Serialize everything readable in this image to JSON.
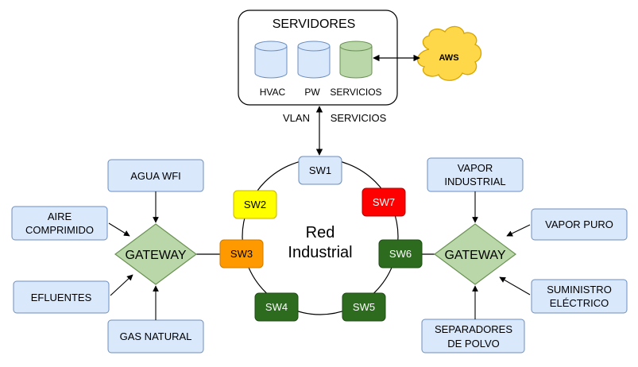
{
  "servers": {
    "title": "SERVIDORES",
    "dbs": [
      {
        "label": "HVAC",
        "color": "#dae8fc"
      },
      {
        "label": "PW",
        "color": "#dae8fc"
      },
      {
        "label": "SERVICIOS",
        "color": "#b9d7a8"
      }
    ]
  },
  "cloud": {
    "label": "AWS",
    "color": "#ffd84a"
  },
  "link_labels": {
    "vlan": "VLAN",
    "servicios": "SERVICIOS"
  },
  "ring": {
    "label_line1": "Red",
    "label_line2": "Industrial"
  },
  "switches": [
    {
      "id": "sw1",
      "label": "SW1",
      "color": "#dae8fc",
      "text_color": "#000000"
    },
    {
      "id": "sw2",
      "label": "SW2",
      "color": "#ffff00",
      "text_color": "#000000"
    },
    {
      "id": "sw3",
      "label": "SW3",
      "color": "#ff9900",
      "text_color": "#000000"
    },
    {
      "id": "sw4",
      "label": "SW4",
      "color": "#2d6b1f",
      "text_color": "#ffffff"
    },
    {
      "id": "sw5",
      "label": "SW5",
      "color": "#2d6b1f",
      "text_color": "#ffffff"
    },
    {
      "id": "sw6",
      "label": "SW6",
      "color": "#2d6b1f",
      "text_color": "#ffffff"
    },
    {
      "id": "sw7",
      "label": "SW7",
      "color": "#ff0000",
      "text_color": "#ffffff"
    }
  ],
  "gateways": {
    "left": {
      "label": "GATEWAY",
      "color": "#b9d7a8"
    },
    "right": {
      "label": "GATEWAY",
      "color": "#b9d7a8"
    }
  },
  "left_sources": {
    "agua": {
      "line1": "AGUA WFI",
      "line2": ""
    },
    "aire": {
      "line1": "AIRE",
      "line2": "COMPRIMIDO"
    },
    "efluentes": {
      "line1": "EFLUENTES",
      "line2": ""
    },
    "gas": {
      "line1": "GAS NATURAL",
      "line2": ""
    }
  },
  "right_sources": {
    "vapor_ind": {
      "line1": "VAPOR",
      "line2": "INDUSTRIAL"
    },
    "vapor_puro": {
      "line1": "VAPOR PURO",
      "line2": ""
    },
    "suministro": {
      "line1": "SUMINISTRO",
      "line2": "ELÉCTRICO"
    },
    "separadores": {
      "line1": "SEPARADORES",
      "line2": "DE POLVO"
    }
  },
  "colors": {
    "box_fill": "#dae8fc",
    "box_stroke": "#6c8ebf"
  }
}
